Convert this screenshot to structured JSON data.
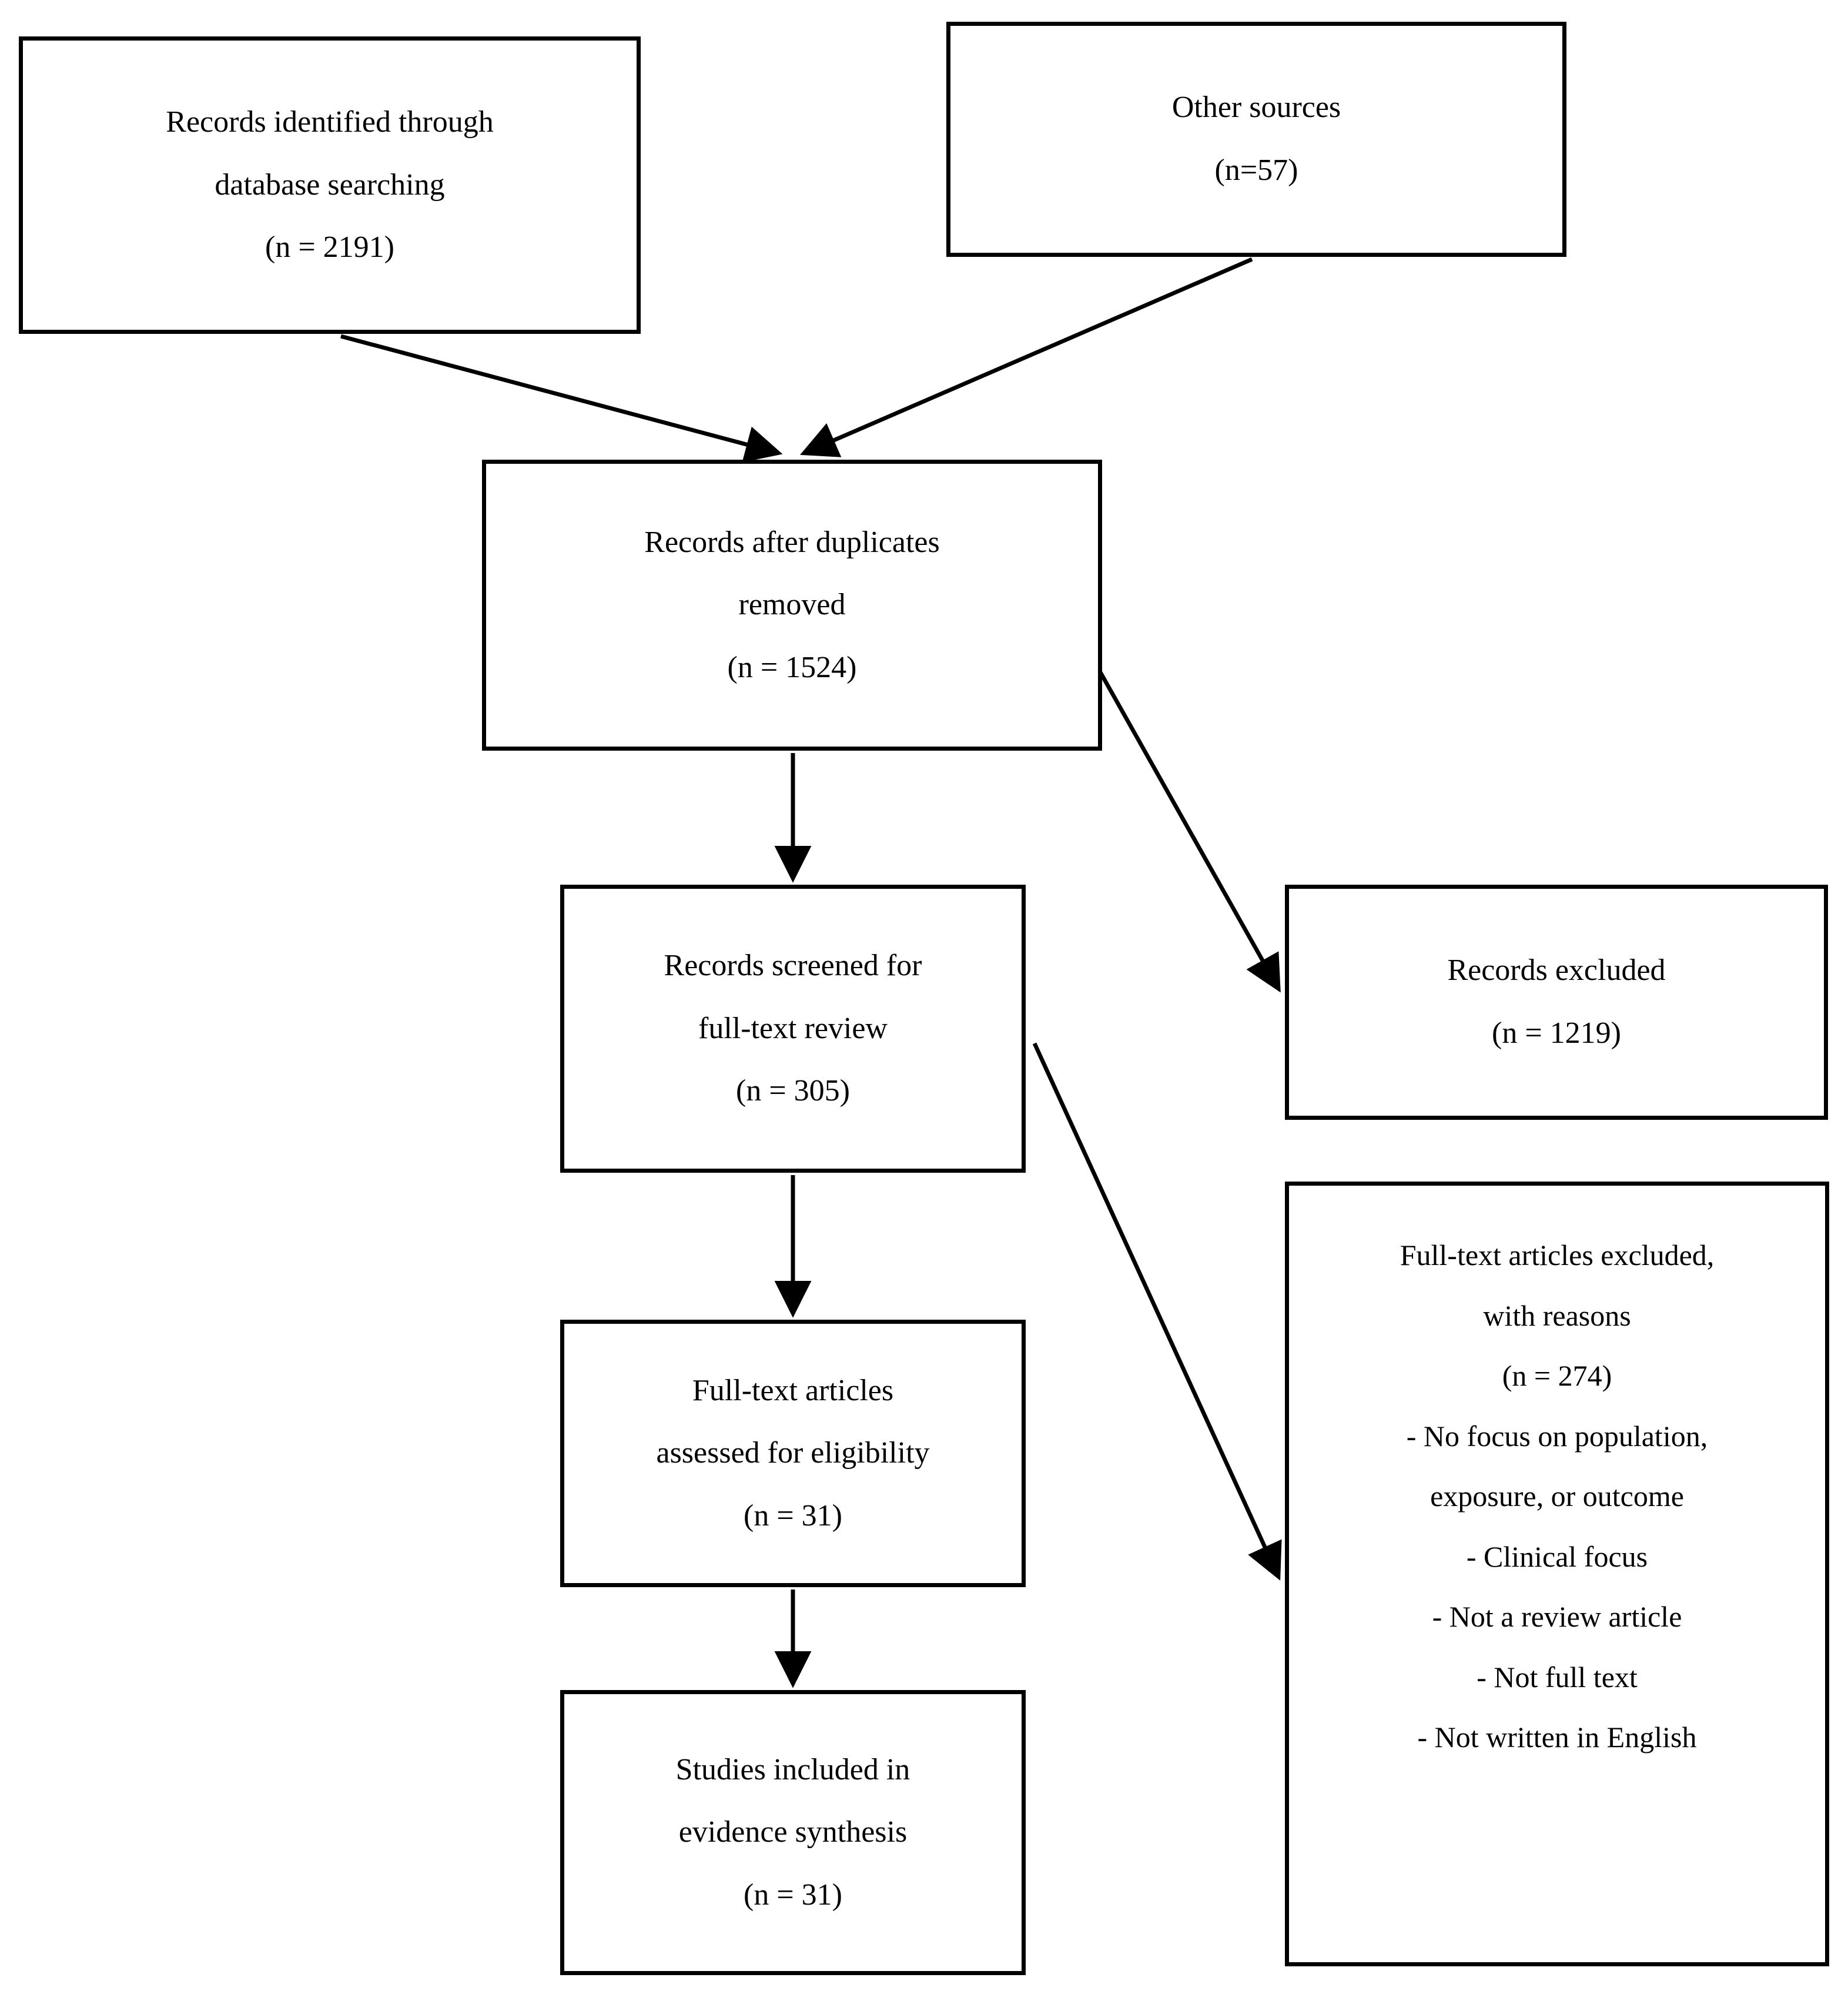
{
  "diagram": {
    "type": "prisma-flow-diagram",
    "title": "PRISMA study selection flow diagram",
    "stroke_color": "#000000",
    "fill_color": "#ffffff",
    "text_color": "#000000"
  },
  "boxes": {
    "identified": {
      "name": "records-identified-through-database-searching",
      "lines": [
        "Records identified through",
        "database searching",
        "(n = 2191)"
      ],
      "count": 2191
    },
    "other_sources": {
      "name": "other-sources",
      "lines": [
        "Other sources",
        "(n=57)"
      ],
      "count": 57
    },
    "duplicates_removed": {
      "name": "records-after-duplicates-removed",
      "lines": [
        "Records after duplicates",
        "removed",
        "(n = 1524)"
      ],
      "count": 1524
    },
    "screened": {
      "name": "records-screened-for-full-text-review",
      "lines": [
        "Records screened for",
        "full-text review",
        "(n = 305)"
      ],
      "count": 305
    },
    "records_excluded": {
      "name": "records-excluded",
      "lines": [
        "Records excluded",
        "(n = 1219)"
      ],
      "count": 1219
    },
    "assessed": {
      "name": "full-text-articles-assessed-for-eligibility",
      "lines": [
        "Full-text articles",
        "assessed for eligibility",
        "(n = 31)"
      ],
      "count": 31
    },
    "fulltext_excluded": {
      "name": "full-text-articles-excluded-with-reasons",
      "lines": [
        "Full-text articles excluded,",
        "with reasons",
        "(n = 274)",
        "- No focus on population,",
        "exposure, or outcome",
        "- Clinical focus",
        "- Not a review article",
        "- Not full text",
        "- Not written in English"
      ],
      "count": 274,
      "reasons": [
        "No focus on population, exposure, or outcome",
        "Clinical focus",
        "Not a review article",
        "Not full text",
        "Not written in English"
      ]
    },
    "included": {
      "name": "studies-included-in-evidence-synthesis",
      "lines": [
        "Studies included in",
        "evidence synthesis",
        "(n = 31)"
      ],
      "count": 31
    }
  },
  "connectors": [
    {
      "name": "identified-to-duplicates",
      "from": "identified",
      "to": "duplicates_removed",
      "style": "diagonal-arrow"
    },
    {
      "name": "other-sources-to-duplicates",
      "from": "other_sources",
      "to": "duplicates_removed",
      "style": "diagonal-arrow"
    },
    {
      "name": "duplicates-to-screened",
      "from": "duplicates_removed",
      "to": "screened",
      "style": "vertical-arrow"
    },
    {
      "name": "duplicates-to-records-excluded",
      "from": "duplicates_removed",
      "to": "records_excluded",
      "style": "diagonal-arrow"
    },
    {
      "name": "screened-to-assessed",
      "from": "screened",
      "to": "assessed",
      "style": "vertical-arrow"
    },
    {
      "name": "screened-to-fulltext-excluded",
      "from": "screened",
      "to": "fulltext_excluded",
      "style": "diagonal-arrow"
    },
    {
      "name": "assessed-to-included",
      "from": "assessed",
      "to": "included",
      "style": "vertical-arrow"
    }
  ],
  "chart_data": {
    "type": "flowchart",
    "title": "PRISMA study selection flow",
    "stages": [
      {
        "label": "Records identified through database searching",
        "n": 2191
      },
      {
        "label": "Other sources",
        "n": 57
      },
      {
        "label": "Records after duplicates removed",
        "n": 1524
      },
      {
        "label": "Records screened for full-text review",
        "n": 305
      },
      {
        "label": "Records excluded",
        "n": 1219
      },
      {
        "label": "Full-text articles assessed for eligibility",
        "n": 31
      },
      {
        "label": "Full-text articles excluded, with reasons",
        "n": 274
      },
      {
        "label": "Studies included in evidence synthesis",
        "n": 31
      }
    ]
  }
}
